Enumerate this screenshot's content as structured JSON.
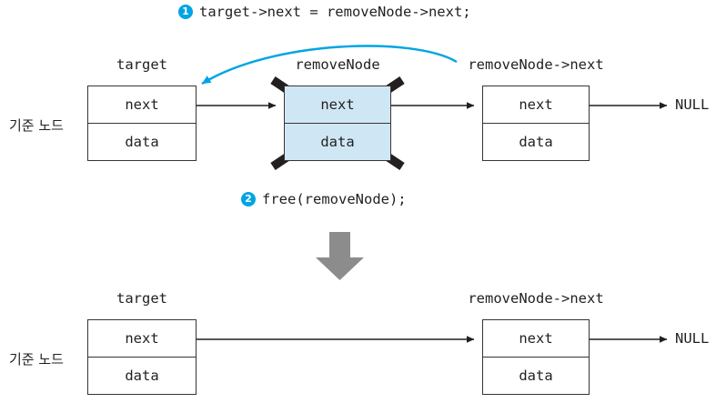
{
  "diagram": {
    "title_steps": [
      {
        "number": "1",
        "code": "target->next = removeNode->next;"
      },
      {
        "number": "2",
        "code": "free(removeNode);"
      }
    ],
    "colors": {
      "accent_blue": "#00a5e3",
      "removed_fill": "#cfe7f5",
      "stroke": "#3b3335",
      "gray_arrow": "#8c8c8c"
    },
    "before": {
      "side_label": "기준 노드",
      "null_label": "NULL",
      "nodes": [
        {
          "label": "target",
          "top_cell": "next",
          "bottom_cell": "data",
          "removed": false
        },
        {
          "label": "removeNode",
          "top_cell": "next",
          "bottom_cell": "data",
          "removed": true
        },
        {
          "label": "removeNode->next",
          "top_cell": "next",
          "bottom_cell": "data",
          "removed": false
        }
      ]
    },
    "after": {
      "side_label": "기준 노드",
      "null_label": "NULL",
      "nodes": [
        {
          "label": "target",
          "top_cell": "next",
          "bottom_cell": "data",
          "removed": false
        },
        {
          "label": "removeNode->next",
          "top_cell": "next",
          "bottom_cell": "data",
          "removed": false
        }
      ]
    },
    "icons": {
      "redirect_arrow": "curved-blue-arrow-icon",
      "strike_through": "x-strike-icon",
      "transition_arrow": "down-arrow-icon",
      "link_arrow": "right-arrow-icon"
    }
  }
}
